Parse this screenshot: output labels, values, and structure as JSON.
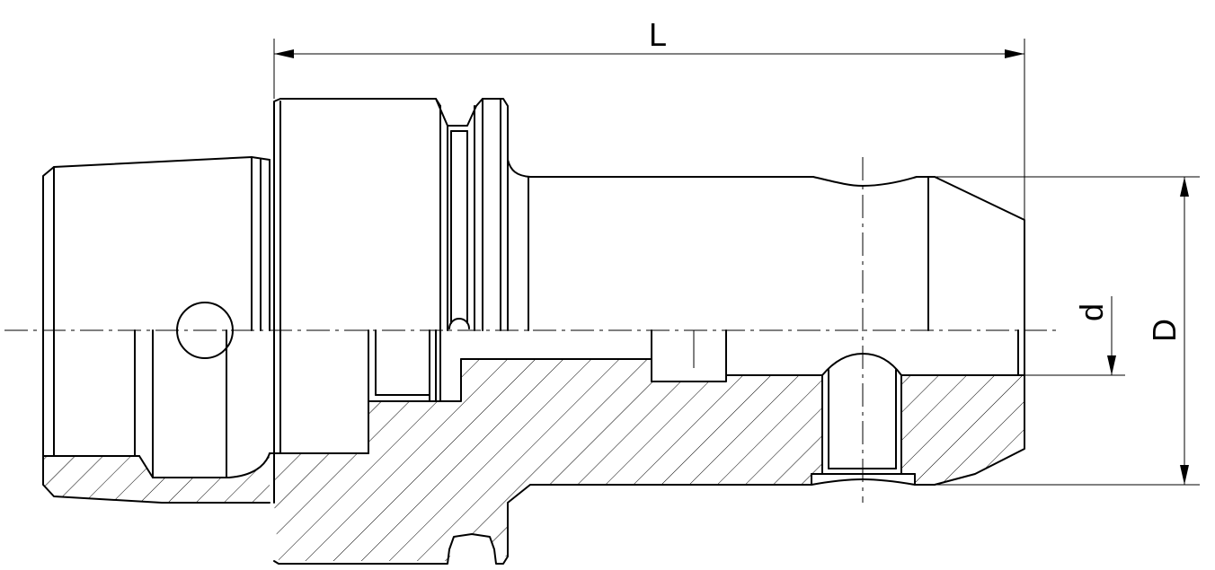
{
  "dimensions": {
    "overall_length": "L",
    "outer_diameter": "D",
    "bore_diameter": "d"
  },
  "colors": {
    "line": "#000000",
    "background": "#ffffff"
  }
}
